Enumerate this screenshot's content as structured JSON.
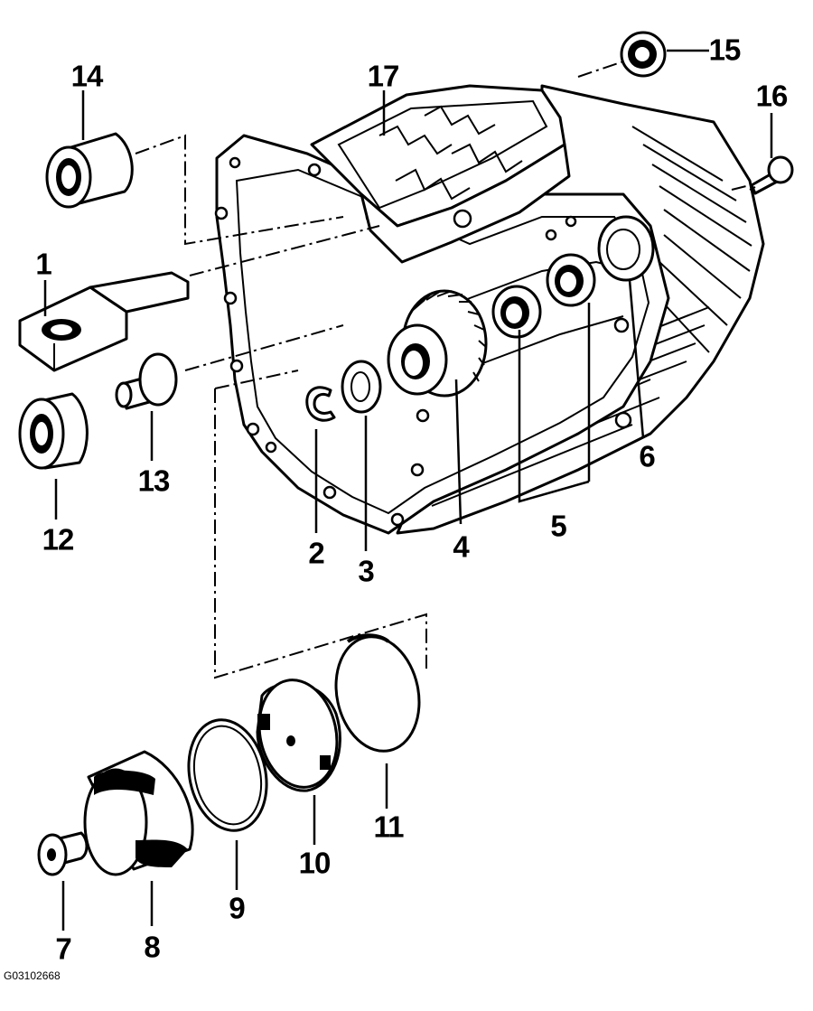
{
  "diagram": {
    "drawing_code": "G03102668",
    "callouts": [
      {
        "id": "1",
        "label": "1"
      },
      {
        "id": "2",
        "label": "2"
      },
      {
        "id": "3",
        "label": "3"
      },
      {
        "id": "4",
        "label": "4"
      },
      {
        "id": "5",
        "label": "5"
      },
      {
        "id": "6",
        "label": "6"
      },
      {
        "id": "7",
        "label": "7"
      },
      {
        "id": "8",
        "label": "8"
      },
      {
        "id": "9",
        "label": "9"
      },
      {
        "id": "10",
        "label": "10"
      },
      {
        "id": "11",
        "label": "11"
      },
      {
        "id": "12",
        "label": "12"
      },
      {
        "id": "13",
        "label": "13"
      },
      {
        "id": "14",
        "label": "14"
      },
      {
        "id": "15",
        "label": "15"
      },
      {
        "id": "16",
        "label": "16"
      },
      {
        "id": "17",
        "label": "17"
      }
    ]
  }
}
